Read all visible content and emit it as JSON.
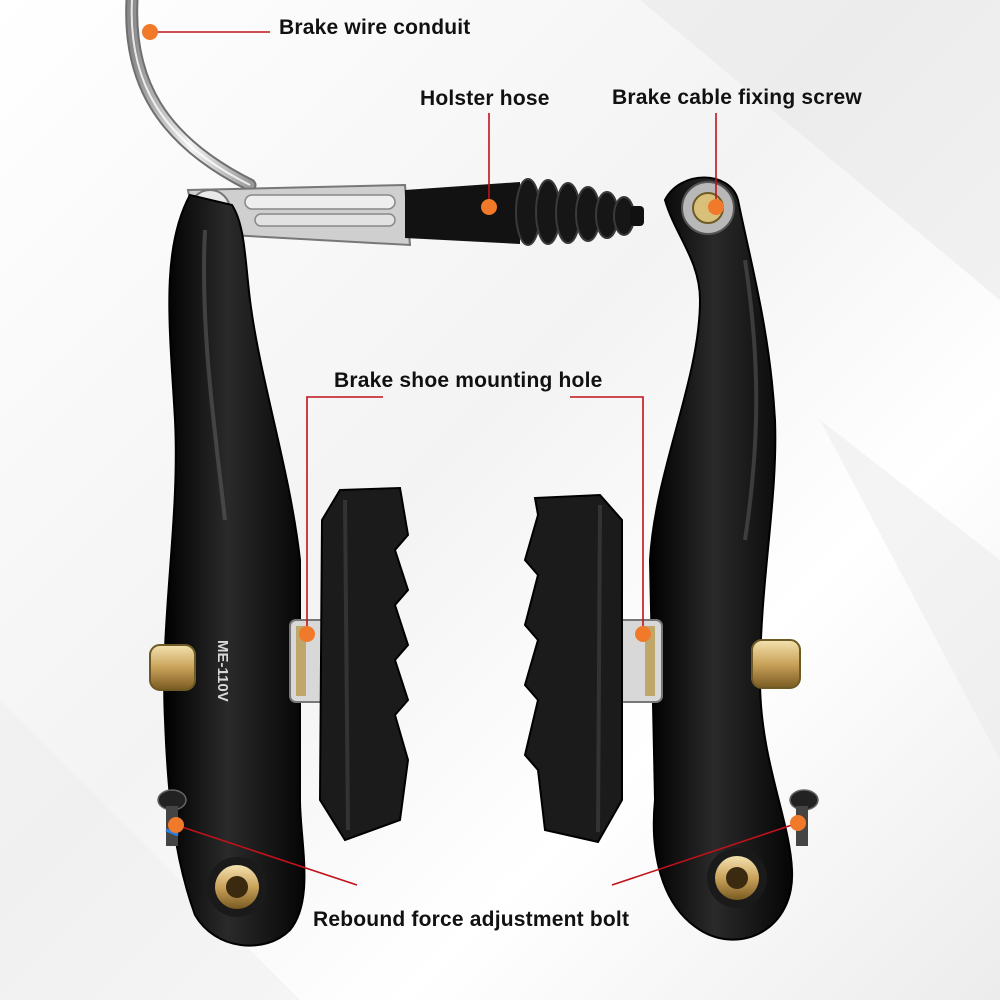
{
  "labels": {
    "brake_wire_conduit": "Brake wire conduit",
    "holster_hose": "Holster hose",
    "brake_cable_fixing_screw": "Brake cable fixing screw",
    "brake_shoe_mounting_hole": "Brake shoe mounting hole",
    "rebound_force_adjustment_bolt": "Rebound force adjustment bolt"
  },
  "product": {
    "arm_model_text": "ME-110V"
  },
  "colors": {
    "marker": "#f07a2a",
    "leader_line": "#c0121b",
    "arm_black": "#0d0d0d",
    "label_text": "#111111"
  }
}
